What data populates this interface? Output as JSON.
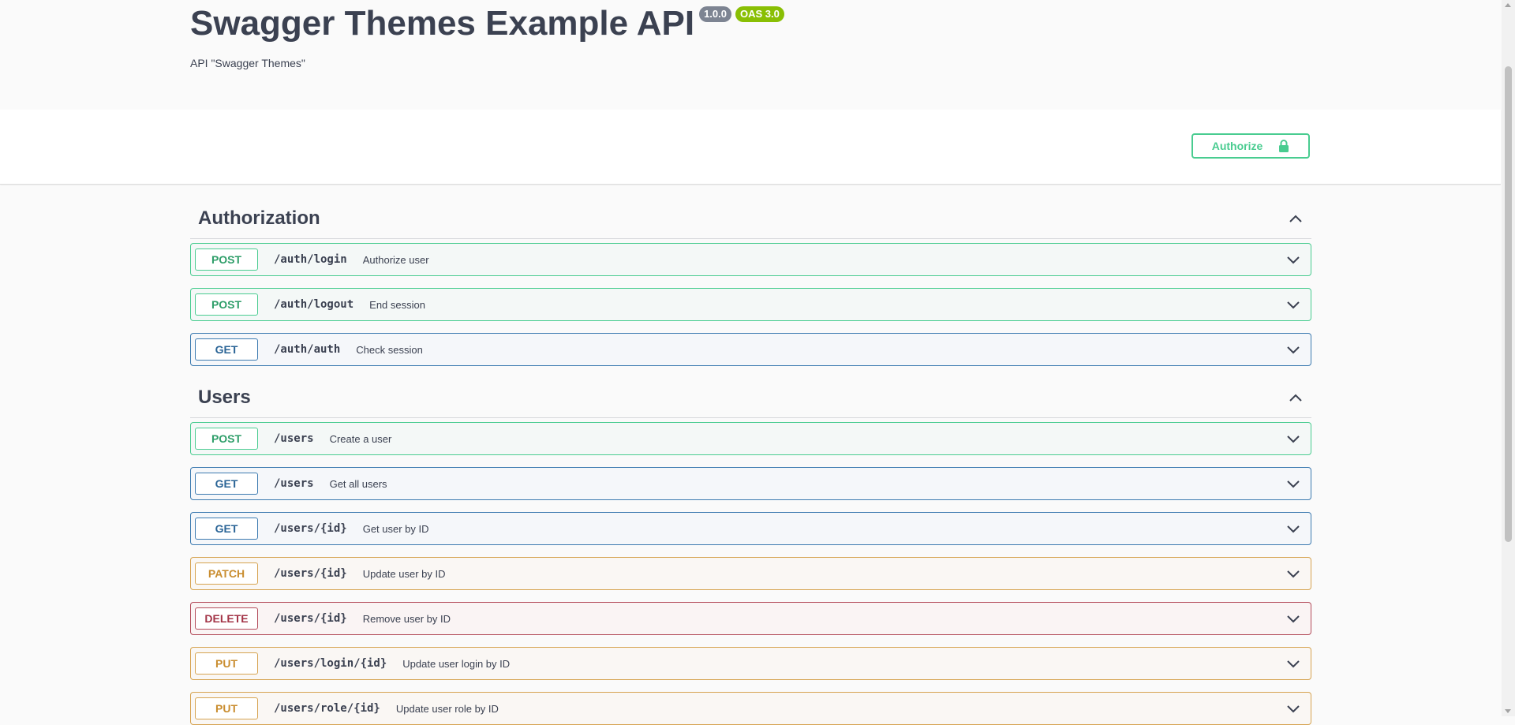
{
  "info": {
    "title": "Swagger Themes Example API",
    "version_badge": "1.0.0",
    "oas_badge": "OAS 3.0",
    "description": "API \"Swagger Themes\""
  },
  "scheme": {
    "authorize_label": "Authorize"
  },
  "colors": {
    "post": "#49cc90",
    "get": "#3c7ab0",
    "patch": "#d6a350",
    "delete": "#b34b5a",
    "put": "#d6a350"
  },
  "sections": [
    {
      "name": "Authorization",
      "operations": [
        {
          "method": "POST",
          "path": "/auth/login",
          "summary": "Authorize user"
        },
        {
          "method": "POST",
          "path": "/auth/logout",
          "summary": "End session"
        },
        {
          "method": "GET",
          "path": "/auth/auth",
          "summary": "Check session"
        }
      ]
    },
    {
      "name": "Users",
      "operations": [
        {
          "method": "POST",
          "path": "/users",
          "summary": "Create a user"
        },
        {
          "method": "GET",
          "path": "/users",
          "summary": "Get all users"
        },
        {
          "method": "GET",
          "path": "/users/{id}",
          "summary": "Get user by ID"
        },
        {
          "method": "PATCH",
          "path": "/users/{id}",
          "summary": "Update user by ID"
        },
        {
          "method": "DELETE",
          "path": "/users/{id}",
          "summary": "Remove user by ID"
        },
        {
          "method": "PUT",
          "path": "/users/login/{id}",
          "summary": "Update user login by ID"
        },
        {
          "method": "PUT",
          "path": "/users/role/{id}",
          "summary": "Update user role by ID"
        }
      ]
    }
  ]
}
